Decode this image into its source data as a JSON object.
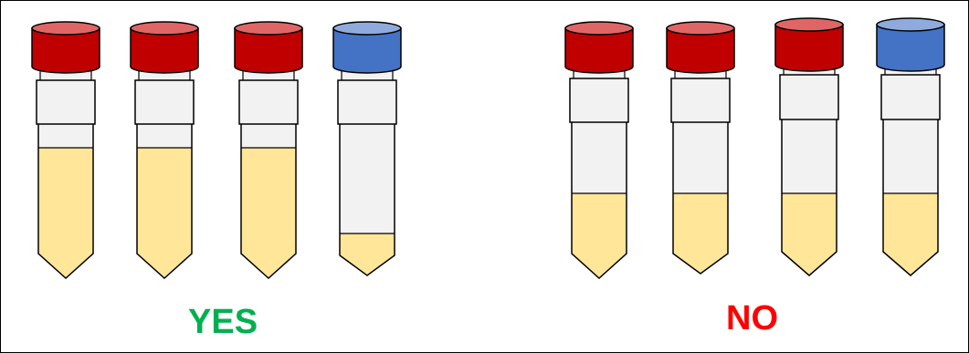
{
  "colors": {
    "red_cap": "#c00000",
    "red_cap_top": "#e06666",
    "blue_cap": "#4472c4",
    "blue_cap_top": "#8faadc",
    "tube_body": "#f2f2f2",
    "liquid": "#ffe699",
    "outline": "#000000",
    "yes_text": "#00b050",
    "no_text": "#ff0000"
  },
  "groups": [
    {
      "label": "YES",
      "label_color": "#00b050",
      "tubes": [
        {
          "cap": "red",
          "fill_level": "high"
        },
        {
          "cap": "red",
          "fill_level": "high"
        },
        {
          "cap": "red",
          "fill_level": "high"
        },
        {
          "cap": "blue",
          "fill_level": "low"
        }
      ]
    },
    {
      "label": "NO",
      "label_color": "#ff0000",
      "tubes": [
        {
          "cap": "red",
          "fill_level": "medium"
        },
        {
          "cap": "red",
          "fill_level": "medium"
        },
        {
          "cap": "red",
          "fill_level": "medium"
        },
        {
          "cap": "blue",
          "fill_level": "medium"
        }
      ]
    }
  ]
}
